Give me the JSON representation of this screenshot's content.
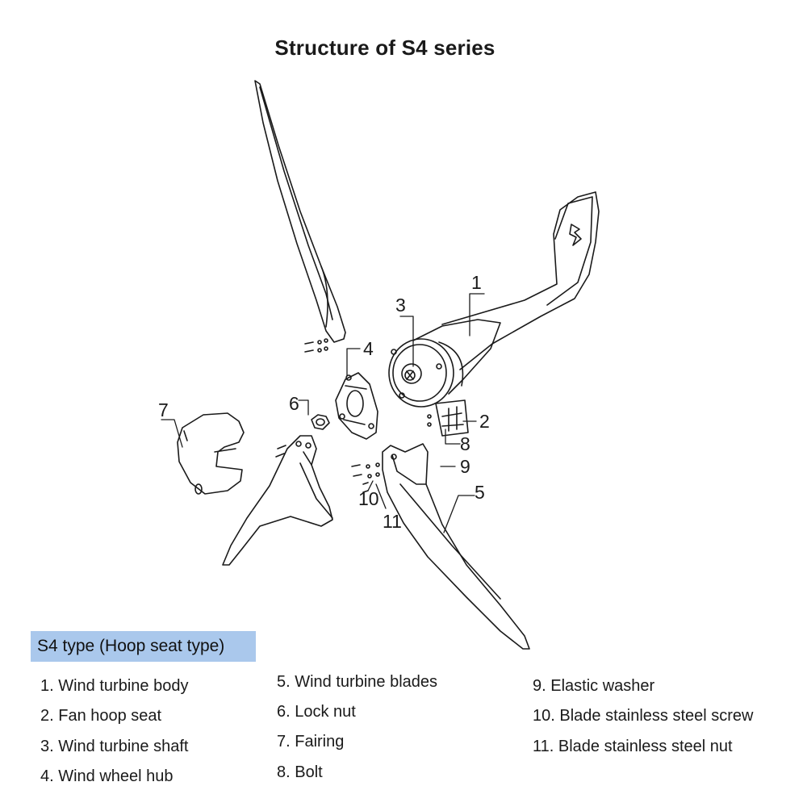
{
  "title": "Structure of S4 series",
  "type_label": "S4 type (Hoop seat type)",
  "callouts": [
    "1",
    "2",
    "3",
    "4",
    "5",
    "6",
    "7",
    "8",
    "9",
    "10",
    "11"
  ],
  "parts": [
    "1. Wind turbine body",
    "2. Fan hoop seat",
    "3. Wind turbine shaft",
    "4. Wind wheel hub",
    "5. Wind turbine blades",
    "6. Lock nut",
    "7. Fairing",
    "8. Bolt",
    "9. Elastic washer",
    "10. Blade stainless steel screw",
    "11. Blade stainless steel nut"
  ]
}
